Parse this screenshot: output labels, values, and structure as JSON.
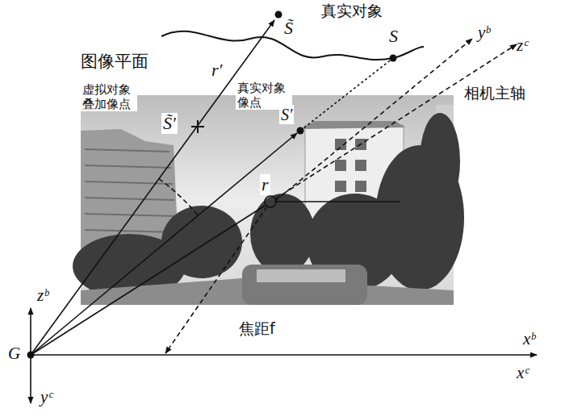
{
  "diagram": {
    "labels": [
      "真实对象",
      "S̃",
      "S",
      "图像平面",
      "r′",
      "虚拟对象叠加像点",
      "真实对象像点",
      "S̃′",
      "S′",
      "r",
      "相机主轴",
      "yᵇ",
      "zᶜ",
      "zᵇ",
      "yᶜ",
      "xᵇ",
      "xᶜ",
      "G",
      "焦距f"
    ]
  }
}
